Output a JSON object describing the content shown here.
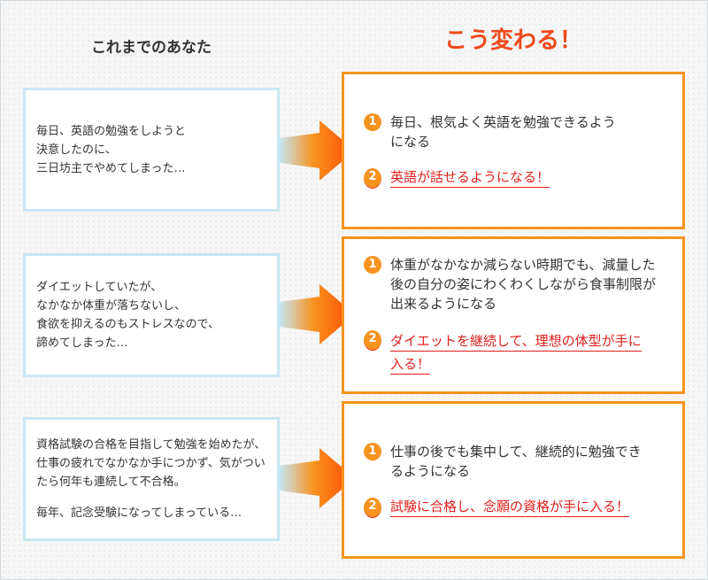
{
  "headers": {
    "before": "これまでのあなた",
    "after": "こう変わる！"
  },
  "rows": [
    {
      "before": [
        "毎日、英語の勉強をしようと",
        "決意したのに、",
        "三日坊主でやめてしまった…"
      ],
      "after": [
        {
          "num": "1",
          "text": "毎日、根気よく英語を勉強できるようになる"
        },
        {
          "num": "2",
          "text": "英語が話せるようになる！"
        }
      ]
    },
    {
      "before": [
        "ダイエットしていたが、",
        "なかなか体重が落ちないし、",
        "食欲を抑えるのもストレスなので、",
        "諦めてしまった…"
      ],
      "after": [
        {
          "num": "1",
          "text": "体重がなかなか減らない時期でも、減量した後の自分の姿にわくわくしながら食事制限が出来るようになる"
        },
        {
          "num": "2",
          "text": "ダイエットを継続して、理想の体型が手に入る！"
        }
      ]
    },
    {
      "before": [
        "資格試験の合格を目指して勉強を始めたが、仕事の疲れでなかなか手につかず、気がついたら何年も連続して不合格。",
        "",
        "毎年、記念受験になってしまっている…"
      ],
      "after": [
        {
          "num": "1",
          "text": "仕事の後でも集中して、継続的に勉強できるようになる"
        },
        {
          "num": "2",
          "text": "試験に合格し、念願の資格が手に入る！"
        }
      ]
    }
  ],
  "colors": {
    "accent": "#f7931e",
    "red": "#e0201d",
    "heading": "#f0491c",
    "leftBorder": "#cbe6f3"
  }
}
